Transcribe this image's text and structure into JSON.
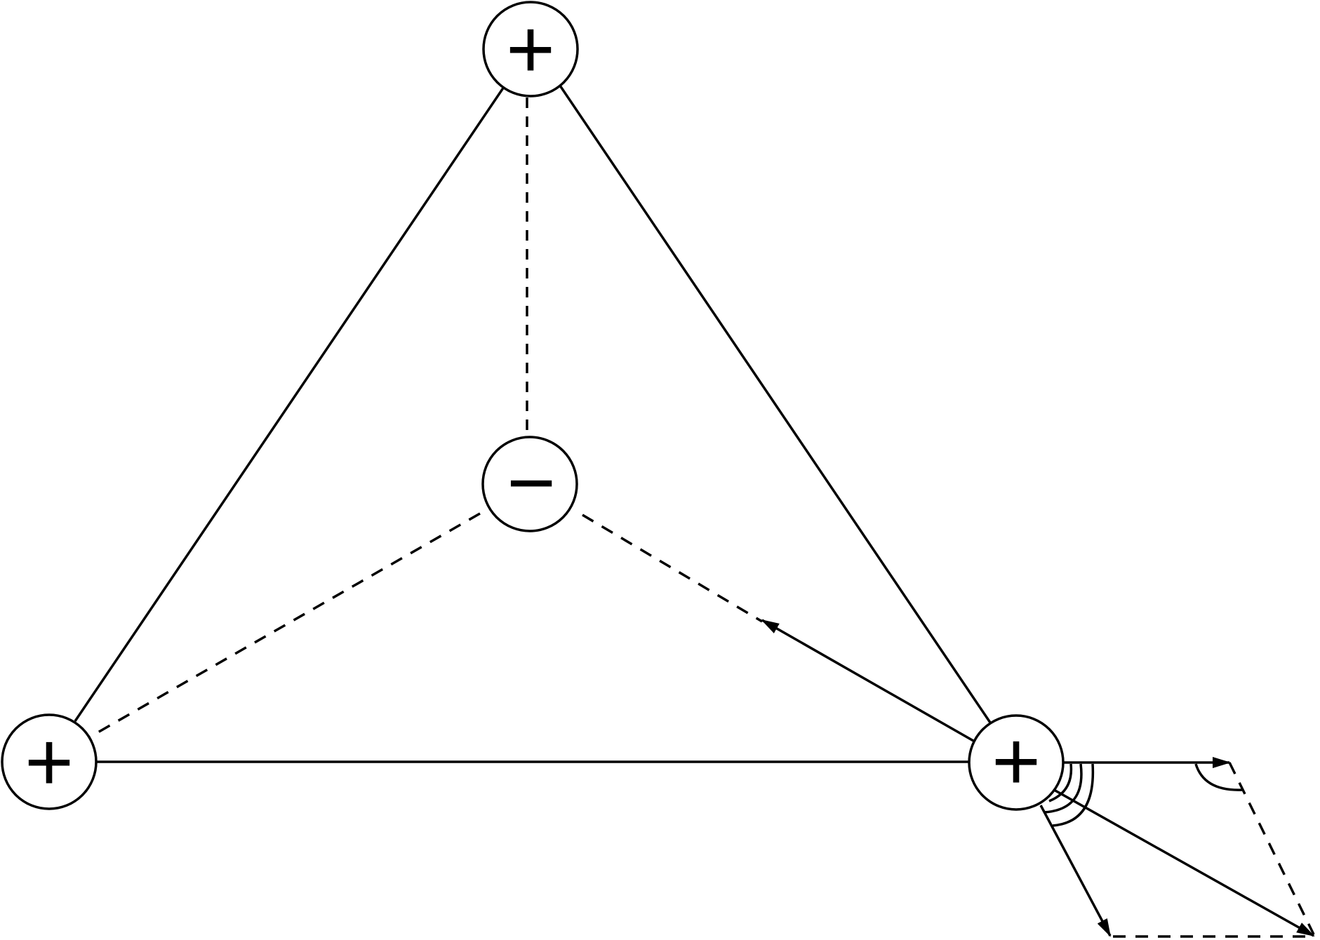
{
  "colors": {
    "stroke": "#000000",
    "background": "#ffffff"
  },
  "charges": [
    {
      "id": "top",
      "sign": "+"
    },
    {
      "id": "center",
      "sign": "−"
    },
    {
      "id": "bottom-left",
      "sign": "+"
    },
    {
      "id": "bottom-right",
      "sign": "+"
    }
  ]
}
